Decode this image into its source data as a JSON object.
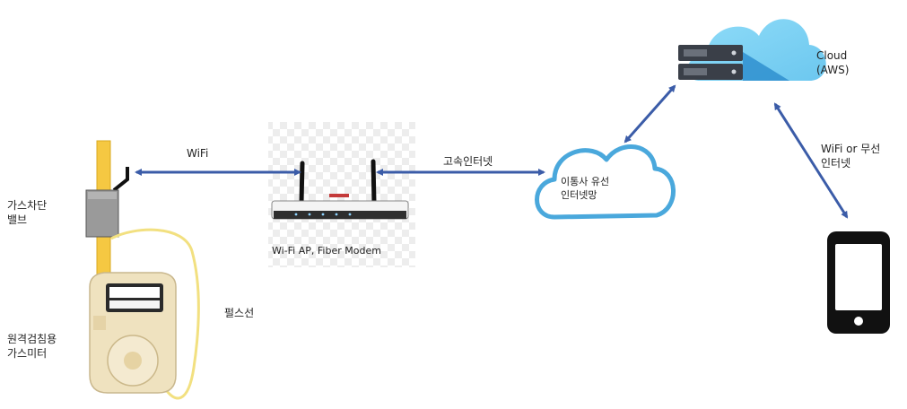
{
  "labels": {
    "valve": "가스차단\n밸브",
    "meter": "원격검침용\n가스미터",
    "pulse": "펄스선",
    "wifi": "WiFi",
    "router": "Wi-Fi AP, Fiber Modem",
    "highspeed": "고속인터넷",
    "isp_cloud": "이통사 유선\n인터넷망",
    "cloud": "Cloud\n(AWS)",
    "mobile_link": "WiFi  or 무선\n인터넷"
  },
  "colors": {
    "arrow": "#3b5ca8",
    "cloud_outline": "#4aa8dc",
    "aws_cloud_light": "#7fd3f5",
    "aws_cloud_dark": "#2f8fcf",
    "pipe": "#f5c842",
    "pulse_wire": "#f2e080",
    "valve_box": "#9a9a9a",
    "server": "#3a3f48"
  },
  "icons": {
    "valve": "valve-icon",
    "meter": "gas-meter-icon",
    "router": "router-icon",
    "isp_cloud": "cloud-outline-icon",
    "server": "server-icon",
    "aws_cloud": "aws-cloud-icon",
    "phone": "smartphone-icon"
  }
}
